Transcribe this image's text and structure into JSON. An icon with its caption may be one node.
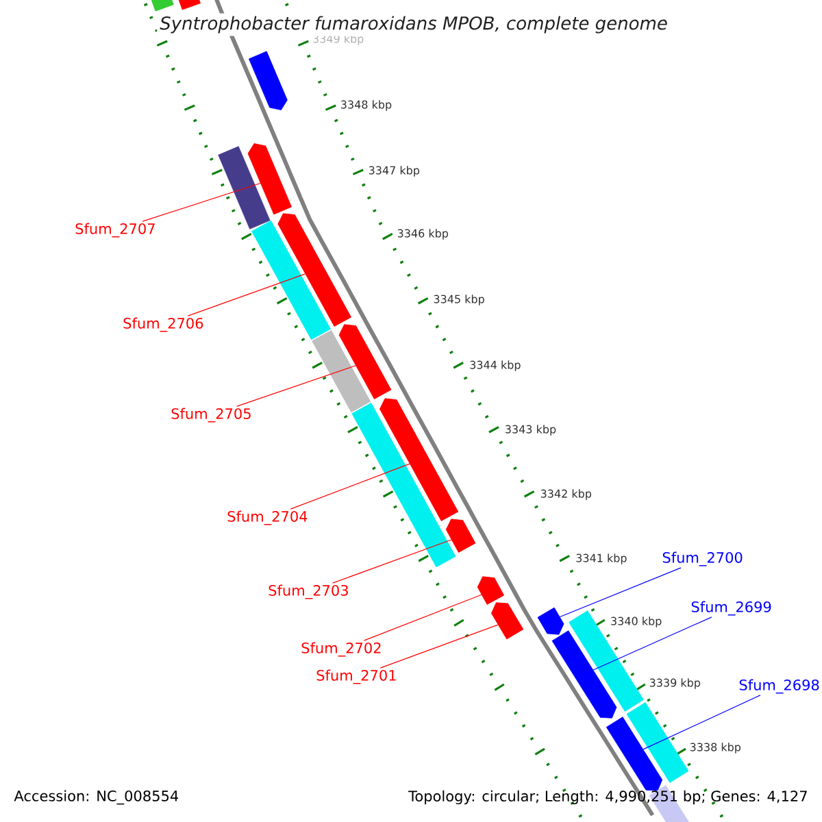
{
  "diagram": {
    "title": "Syntrophobacter fumaroxidans MPOB, complete genome",
    "nodes": [
      {
        "text": [
          "Sfum_2707"
        ]
      },
      {
        "text": [
          "Sfum_2706"
        ]
      },
      {
        "text": [
          "Sfum_2705"
        ]
      },
      {
        "text": [
          "Sfum_2704"
        ]
      },
      {
        "text": [
          "Sfum_2703"
        ]
      },
      {
        "text": [
          "Sfum_2702"
        ]
      },
      {
        "text": [
          "Sfum_2701"
        ]
      },
      {
        "text": [
          "Sfum_2700"
        ]
      },
      {
        "text": [
          "Sfum_2699"
        ]
      },
      {
        "text": [
          "Sfum_2698"
        ]
      },
      {
        "text": [],
        "shape": "pentagon"
      },
      {
        "text": [],
        "shape": "pentagon"
      },
      {
        "text": [],
        "shape": "pentagon"
      },
      {
        "text": [],
        "shape": "pentagon"
      },
      {
        "text": [],
        "shape": "pentagon"
      },
      {
        "text": [],
        "shape": "pentagon"
      },
      {
        "text": [],
        "shape": "pentagon"
      },
      {
        "text": [],
        "shape": "pentagon"
      },
      {
        "text": [],
        "shape": "pentagon"
      },
      {
        "text": [],
        "shape": "pentagon"
      },
      {
        "text": [],
        "shape": "pentagon"
      },
      {
        "text": [],
        "shape": "pentagon"
      },
      {
        "text": [],
        "shape": "pentagon"
      },
      {
        "text": [],
        "shape": "bar"
      },
      {
        "text": [],
        "shape": "bar"
      },
      {
        "text": [],
        "shape": "bar"
      },
      {
        "text": [],
        "shape": "bar"
      },
      {
        "text": [],
        "shape": "bar"
      },
      {
        "text": [],
        "shape": "bar"
      },
      {
        "text": [],
        "shape": "bar"
      }
    ],
    "edges": [
      {
        "from": 0,
        "to": 10,
        "arrow": "none"
      },
      {
        "from": 1,
        "to": 11,
        "arrow": "none"
      },
      {
        "from": 2,
        "to": 12,
        "arrow": "none"
      },
      {
        "from": 3,
        "to": 13,
        "arrow": "none"
      },
      {
        "from": 4,
        "to": 14,
        "arrow": "none"
      },
      {
        "from": 5,
        "to": 15,
        "arrow": "none"
      },
      {
        "from": 6,
        "to": 16,
        "arrow": "none"
      },
      {
        "from": 7,
        "to": 17,
        "arrow": "none",
        "color": "#0000ff"
      },
      {
        "from": 8,
        "to": 18,
        "arrow": "none",
        "color": "#0000ff"
      },
      {
        "from": 9,
        "to": 19,
        "arrow": "none",
        "color": "#0000ff"
      }
    ],
    "labels": [
      "3349 kbp",
      "3348 kbp",
      "3347 kbp",
      "3346 kbp",
      "3345 kbp",
      "3344 kbp",
      "3343 kbp",
      "3342 kbp",
      "3341 kbp",
      "3340 kbp",
      "3339 kbp",
      "3338 kbp",
      "Accession: NC_008554",
      "Topology: circular; Length: 4,990,251 bp; Genes: 4,127"
    ]
  }
}
